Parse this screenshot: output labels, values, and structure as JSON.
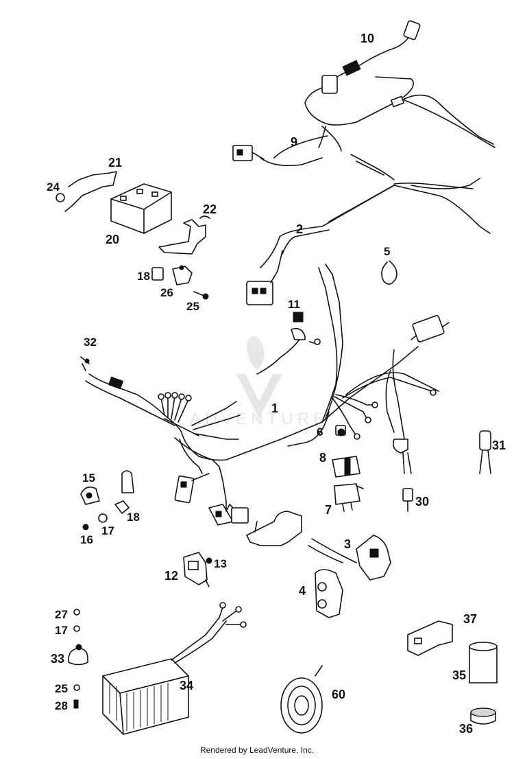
{
  "callouts": {
    "p1": "1",
    "p2": "2",
    "p3": "3",
    "p4": "4",
    "p5": "5",
    "p6": "6",
    "p7": "7",
    "p8": "8",
    "p9": "9",
    "p10": "10",
    "p11": "11",
    "p12": "12",
    "p13": "13",
    "p15": "15",
    "p16": "16",
    "p17a": "17",
    "p17b": "17",
    "p18a": "18",
    "p18b": "18",
    "p20": "20",
    "p21": "21",
    "p22": "22",
    "p24": "24",
    "p25a": "25",
    "p25b": "25",
    "p26": "26",
    "p27": "27",
    "p28": "28",
    "p30": "30",
    "p31": "31",
    "p32": "32",
    "p33": "33",
    "p34": "34",
    "p35": "35",
    "p36": "36",
    "p37": "37",
    "p60": "60"
  },
  "watermark": "ADVENTURE",
  "footer": "Rendered by LeadVenture, Inc."
}
